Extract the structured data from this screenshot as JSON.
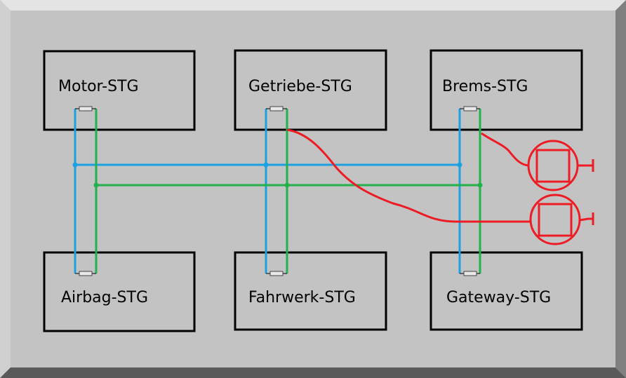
{
  "ecus": {
    "motor": "Motor-STG",
    "getriebe": "Getriebe-STG",
    "brems": "Brems-STG",
    "airbag": "Airbag-STG",
    "fahrwerk": "Fahrwerk-STG",
    "gateway": "Gateway-STG"
  },
  "colors": {
    "can_high": "#1ba1e2",
    "can_low": "#22b14c",
    "sensor_wire": "#ed1c24",
    "background": "#c3c3c3"
  }
}
